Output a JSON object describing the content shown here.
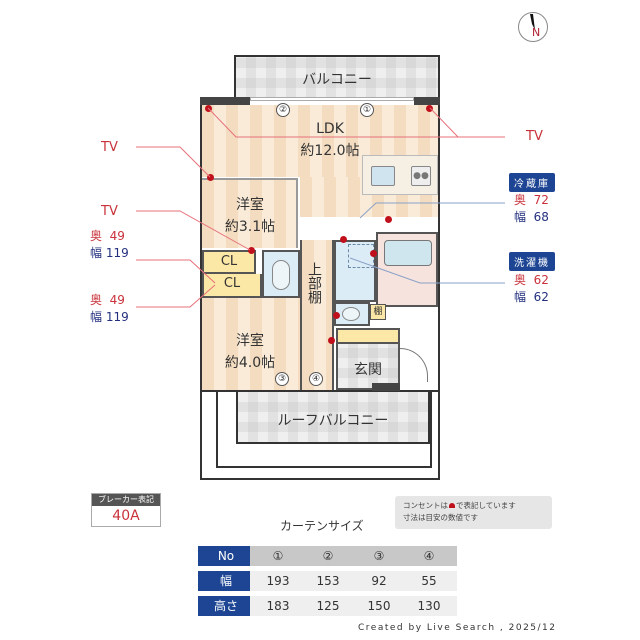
{
  "compass": {
    "letter": "N"
  },
  "rooms": {
    "balcony": "バルコニー",
    "ldk_name": "LDK",
    "ldk_size": "約12.0帖",
    "western1_name": "洋室",
    "western1_size": "約3.1帖",
    "western2_name": "洋室",
    "western2_size": "約4.0帖",
    "closet1": "CL",
    "closet2": "CL",
    "upper_shelf": "上部棚",
    "shelf": "棚",
    "entrance": "玄関",
    "roof_balcony": "ルーフバルコニー"
  },
  "window_markers": [
    "①",
    "②",
    "③",
    "④"
  ],
  "left_annotations": {
    "tv1": "TV",
    "tv2": "TV",
    "cl1_depth_label": "奥",
    "cl1_depth": "49",
    "cl1_width_label": "幅",
    "cl1_width": "119",
    "cl2_depth_label": "奥",
    "cl2_depth": "49",
    "cl2_width_label": "幅",
    "cl2_width": "119"
  },
  "right_annotations": {
    "tv": "TV",
    "fridge_label": "冷蔵庫",
    "fridge_depth_label": "奥",
    "fridge_depth": "72",
    "fridge_width_label": "幅",
    "fridge_width": "68",
    "washer_label": "洗濯機",
    "washer_depth_label": "奥",
    "washer_depth": "62",
    "washer_width_label": "幅",
    "washer_width": "62"
  },
  "breaker": {
    "label": "ブレーカー表記",
    "value": "40A"
  },
  "note": {
    "line1_pre": "コンセントは",
    "line1_post": "で表記しています",
    "line2": "寸法は目安の数値です"
  },
  "curtain_table": {
    "title": "カーテンサイズ",
    "row_headers": [
      "No",
      "幅",
      "高さ"
    ],
    "columns": [
      "①",
      "②",
      "③",
      "④"
    ],
    "widths": [
      "193",
      "153",
      "92",
      "55"
    ],
    "heights": [
      "183",
      "125",
      "150",
      "130"
    ]
  },
  "footer": {
    "credit": "Created by Live Search , 2025/12"
  },
  "colors": {
    "accent_blue": "#1d4593",
    "outlet_red": "#c0101b",
    "wood": "#f3dcc0"
  }
}
